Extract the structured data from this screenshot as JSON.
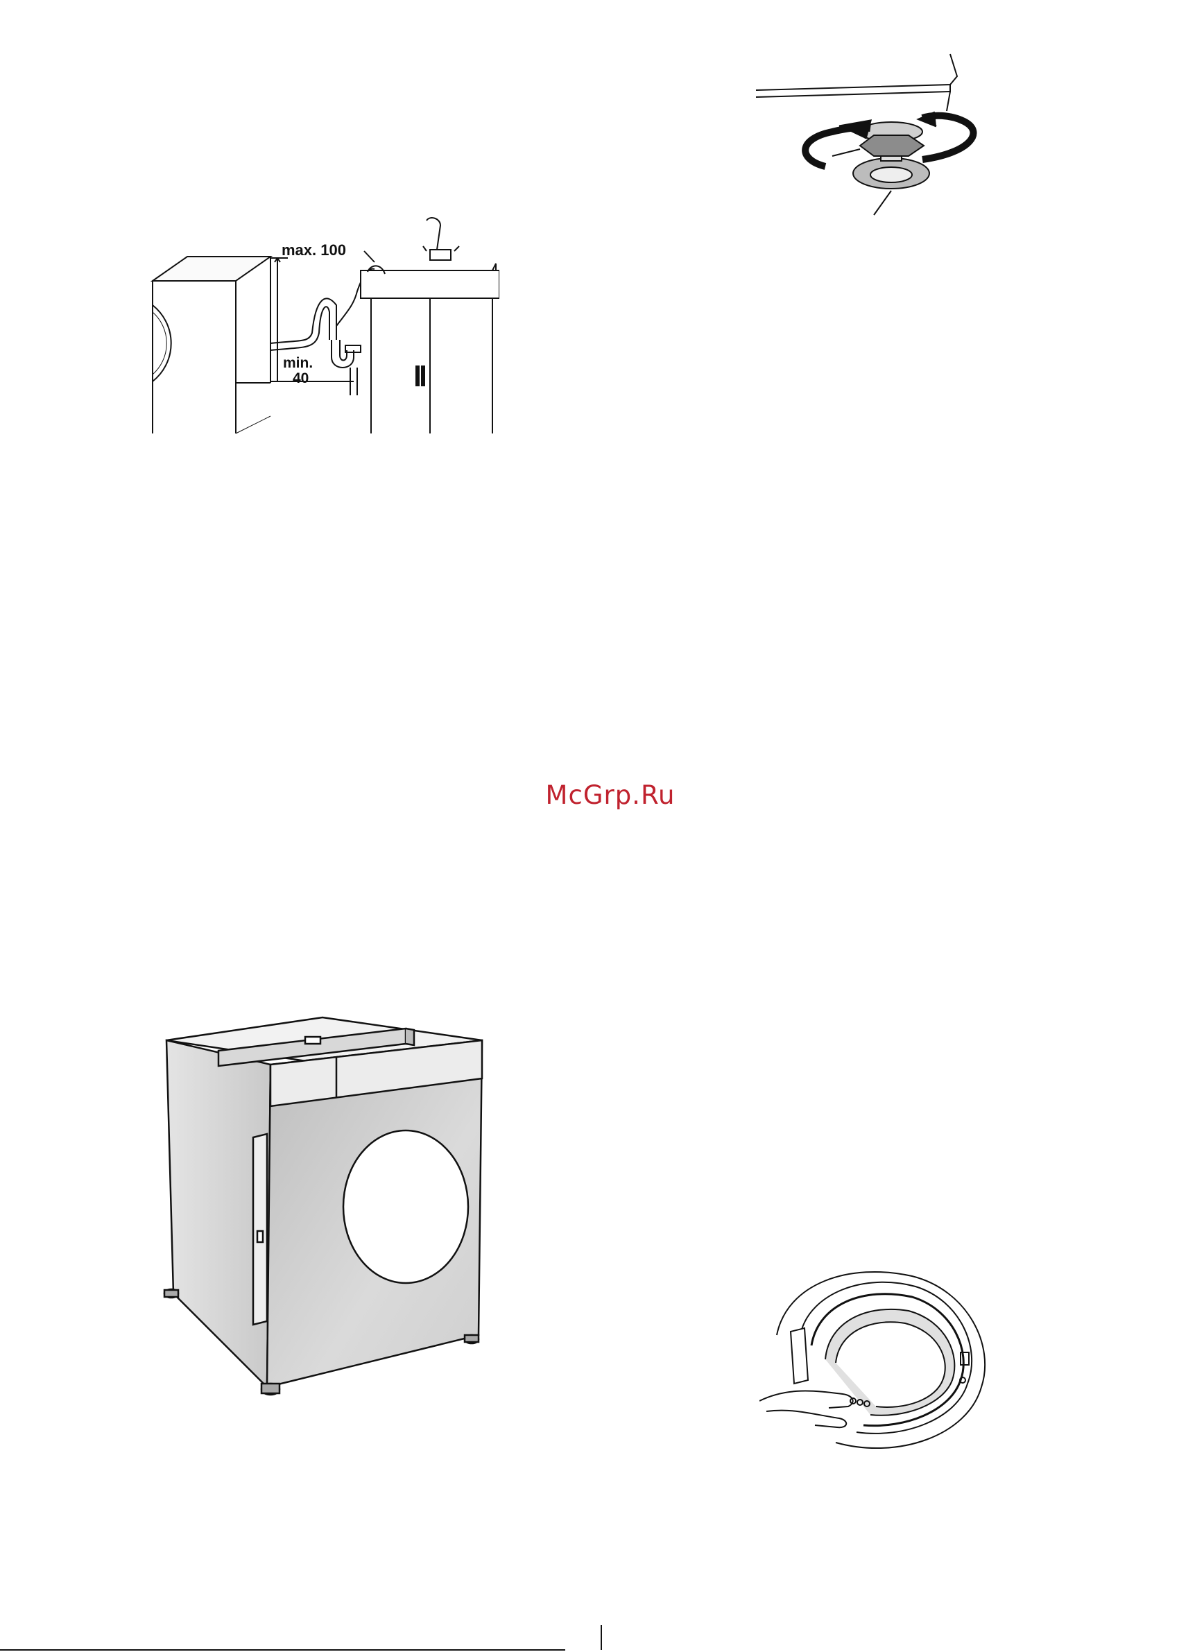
{
  "figures": {
    "drain": {
      "max_label": "max. 100",
      "min_label_line1": "min.",
      "min_label_line2": "40"
    }
  },
  "watermark": "McGrp.Ru"
}
